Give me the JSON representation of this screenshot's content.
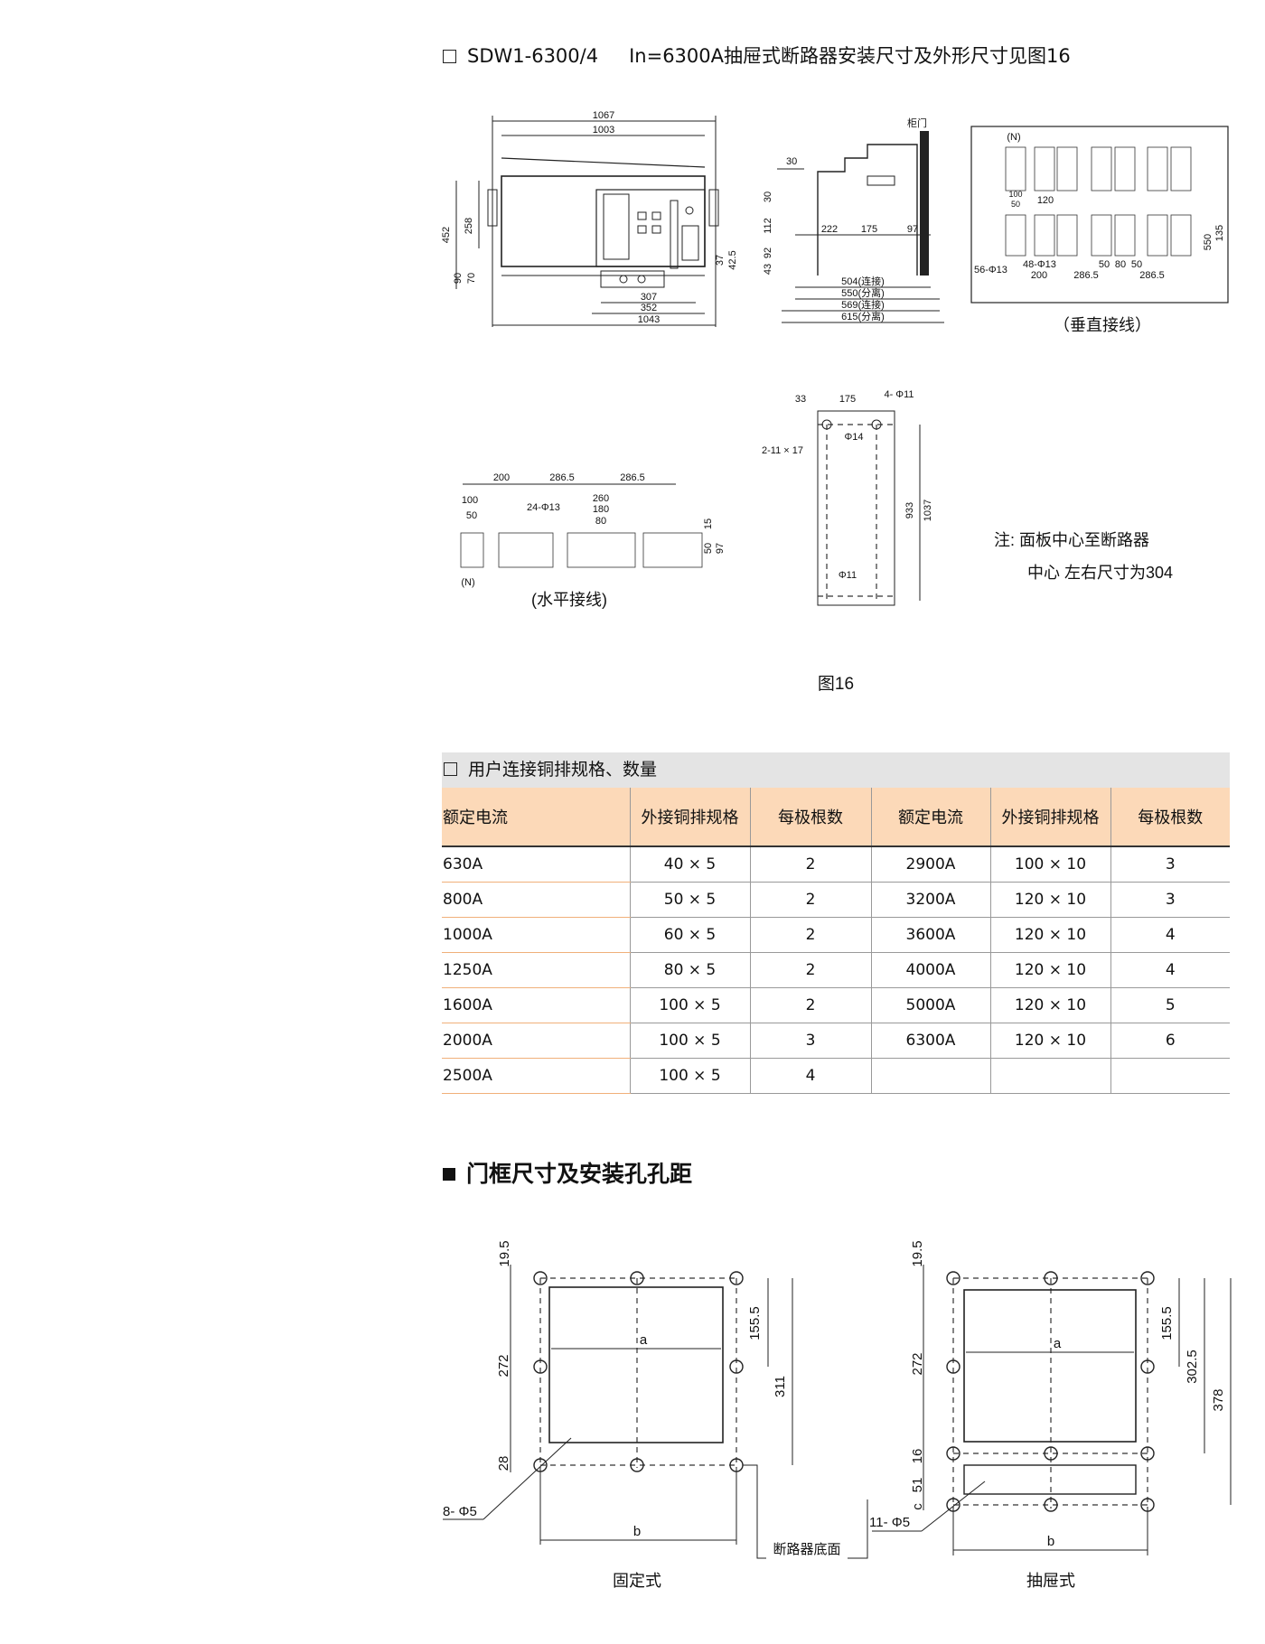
{
  "header": {
    "model": "SDW1-6300/4",
    "desc": "In=6300A抽屉式断路器安装尺寸及外形尺寸见图16"
  },
  "fig16": {
    "caption": "图16",
    "front_view": {
      "dims": [
        "1067",
        "1003",
        "452",
        "258",
        "90",
        "70",
        "37",
        "42.5",
        "307",
        "352",
        "1043"
      ]
    },
    "side_view": {
      "door_label": "柜门",
      "dims": [
        "30",
        "30",
        "112",
        "43",
        "92",
        "222",
        "175",
        "97",
        "504(连接)",
        "550(分离)",
        "569(连接)",
        "615(分离)"
      ]
    },
    "vertical": {
      "caption": "（垂直接线）",
      "labels": [
        "(N)",
        "100",
        "50",
        "120",
        "56-Φ13",
        "48-Φ13",
        "200",
        "286.5",
        "50",
        "80",
        "50",
        "286.5",
        "550",
        "135"
      ]
    },
    "horizontal": {
      "caption": "(水平接线)",
      "labels": [
        "200",
        "286.5",
        "286.5",
        "100",
        "50",
        "24-Φ13",
        "260",
        "180",
        "80",
        "15",
        "50",
        "97",
        "(N)"
      ]
    },
    "mounting": {
      "labels": [
        "33",
        "175",
        "4- Φ11",
        "2-11 × 17",
        "Φ14",
        "933",
        "1037",
        "Φ11"
      ]
    },
    "note_line1": "注:  面板中心至断路器",
    "note_line2": "中心  左右尺寸为304"
  },
  "busbar_table": {
    "title": "用户连接铜排规格、数量",
    "headers": [
      "额定电流",
      "外接铜排规格",
      "每极根数",
      "额定电流",
      "外接铜排规格",
      "每极根数"
    ],
    "rows": [
      [
        "630A",
        "40 × 5",
        "2",
        "2900A",
        "100 × 10",
        "3"
      ],
      [
        "800A",
        "50 × 5",
        "2",
        "3200A",
        "120 × 10",
        "3"
      ],
      [
        "1000A",
        "60 × 5",
        "2",
        "3600A",
        "120 × 10",
        "4"
      ],
      [
        "1250A",
        "80 × 5",
        "2",
        "4000A",
        "120 × 10",
        "4"
      ],
      [
        "1600A",
        "100 × 5",
        "2",
        "5000A",
        "120 × 10",
        "5"
      ],
      [
        "2000A",
        "100 × 5",
        "3",
        "6300A",
        "120 × 10",
        "6"
      ],
      [
        "2500A",
        "100 × 5",
        "4",
        "",
        "",
        ""
      ]
    ]
  },
  "door_frame": {
    "title": "门框尺寸及安装孔孔距",
    "fixed": {
      "caption": "固定式",
      "labels": [
        "19.5",
        "272",
        "28",
        "155.5",
        "311",
        "a",
        "b",
        "8- Φ5"
      ]
    },
    "drawout": {
      "caption": "抽屉式",
      "labels": [
        "19.5",
        "272",
        "16",
        "51",
        "c",
        "155.5",
        "302.5",
        "378",
        "a",
        "b",
        "11- Φ5"
      ]
    },
    "bottom_label": "断路器底面"
  }
}
